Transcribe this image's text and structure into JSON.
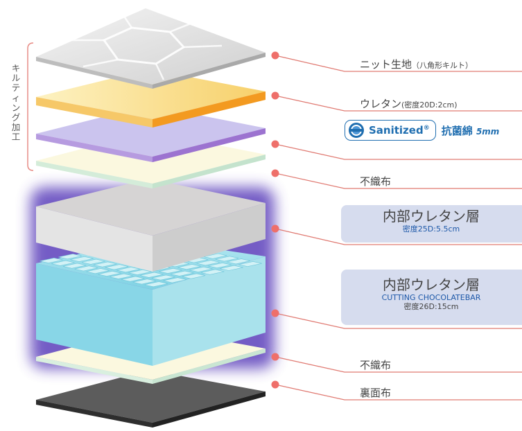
{
  "side_label": "キルティング加工",
  "layers": {
    "knit": {
      "name": "ニット生地",
      "note": "（八角形キルト）"
    },
    "urethane": {
      "name": "ウレタン",
      "note": "(密度20D:2cm)"
    },
    "sanitized": {
      "brand": "Sanitized",
      "reg": "®",
      "material": "抗菌綿",
      "thickness": "5mm"
    },
    "nonwoven_top": {
      "name": "不織布"
    },
    "inner1": {
      "title": "内部ウレタン層",
      "spec": "密度25D:5.5cm"
    },
    "inner2": {
      "title": "内部ウレタン層",
      "sub": "CUTTING CHOCOLATEBAR",
      "spec": "密度26D:15cm"
    },
    "nonwoven_bottom": {
      "name": "不織布"
    },
    "back": {
      "name": "裏面布"
    }
  },
  "colors": {
    "knit": "#dcdcdc",
    "urethane": "#f8e08a",
    "urethane_edge": "#f39a20",
    "sanitized_layer": "#c9c3ec",
    "sanitized_edge": "#a683d6",
    "nonwoven": "#fbf8df",
    "inner_foam": "#e6e6e6",
    "cut_foam": "#96dbe9",
    "back": "#5c5c5c",
    "glow": "#5b3fbb",
    "dot": "#ee6f6a",
    "line": "#e07a72",
    "panel": "#d6dcee",
    "brand": "#1f6eb0"
  }
}
